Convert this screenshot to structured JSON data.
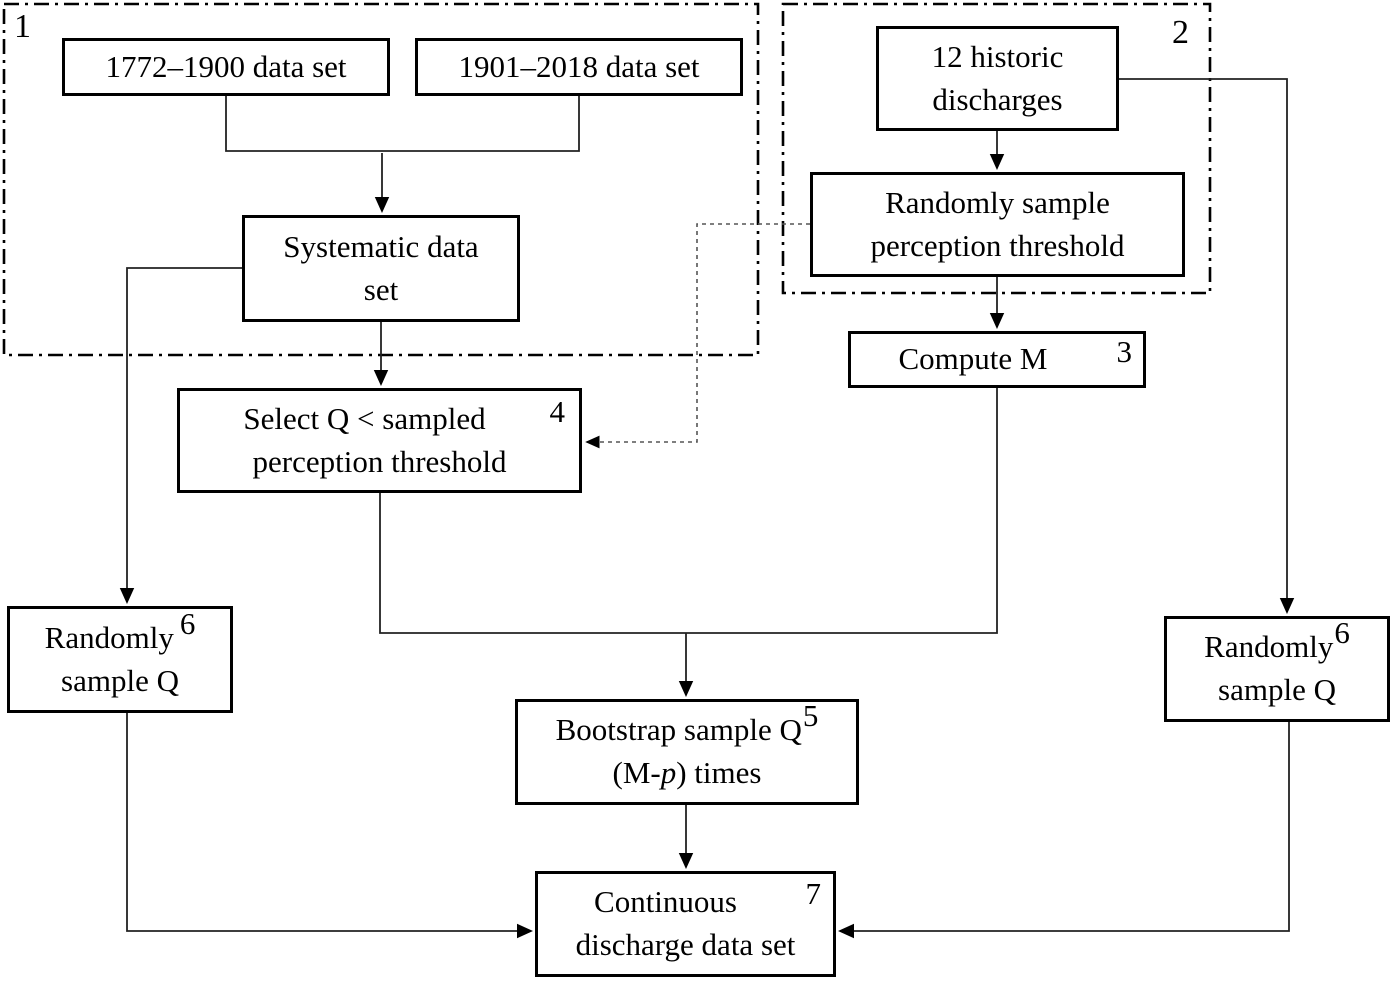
{
  "figure": {
    "groups": {
      "g1": {
        "label": "1"
      },
      "g2": {
        "label": "2"
      }
    },
    "nodes": {
      "dataset1772": {
        "text": "1772–1900 data set"
      },
      "dataset1901": {
        "text": "1901–2018 data set"
      },
      "systematic": {
        "line1": "Systematic data",
        "line2": "set"
      },
      "historic": {
        "line1": "12 historic",
        "line2": "discharges"
      },
      "perception": {
        "line1": "Randomly sample",
        "line2": "perception threshold"
      },
      "computeM": {
        "text": "Compute M",
        "num": "3"
      },
      "selectQ": {
        "line1": "Select Q < sampled",
        "line2": "perception threshold",
        "num": "4"
      },
      "randomQLeft": {
        "line1": "Randomly",
        "line2": "sample Q",
        "num": "6"
      },
      "randomQRight": {
        "line1": "Randomly",
        "line2": "sample Q",
        "num": "6"
      },
      "bootstrap": {
        "line1": "Bootstrap sample Q",
        "num": "5",
        "line2pre": "(M-",
        "line2italic": "p",
        "line2post": ") times"
      },
      "continuous": {
        "line1": "Continuous",
        "line2": "discharge data set",
        "num": "7"
      }
    }
  }
}
